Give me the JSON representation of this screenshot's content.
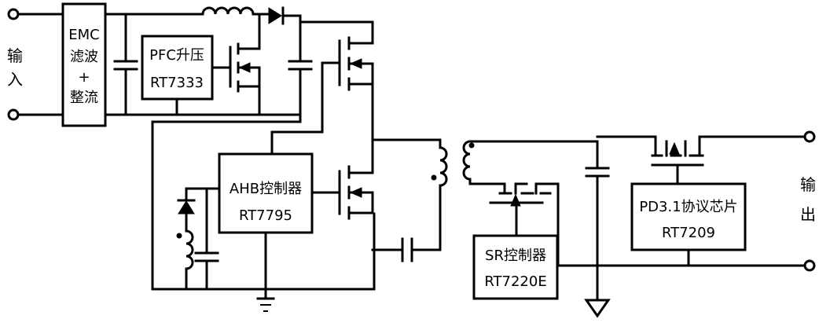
{
  "input_label": [
    "输",
    "入"
  ],
  "output_label": [
    "输",
    "出"
  ],
  "blocks": {
    "emc": [
      "EMC",
      "滤波",
      "+",
      "整流"
    ],
    "pfc": {
      "name": "PFC升压",
      "part": "RT7333"
    },
    "ahb": {
      "name": "AHB控制器",
      "part": "RT7795"
    },
    "sr": {
      "name": "SR控制器",
      "part": "RT7220E"
    },
    "pd": {
      "name": "PD3.1协议芯片",
      "part": "RT7209"
    }
  },
  "colors": {
    "ink": "#000000",
    "background": "#ffffff"
  }
}
